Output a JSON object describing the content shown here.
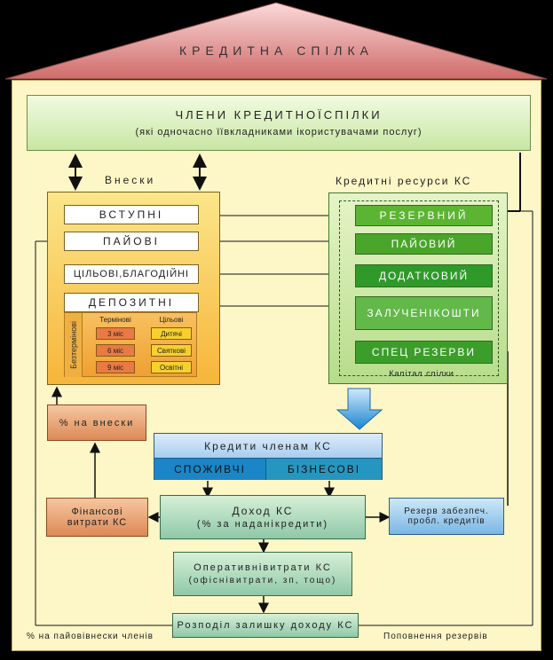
{
  "roof": {
    "title": "КРЕДИТНА СПІЛКА"
  },
  "members": {
    "title": "ЧЛЕНИ КРЕДИТНОЇСПІЛКИ",
    "subtitle": "(які одночасно їївкладниками ікористувачами послуг)"
  },
  "contributions": {
    "label": "Внески",
    "items": [
      "ВСТУПНІ",
      "ПАЙОВІ",
      "ЦІЛЬОВІ,БЛАГОДІЙНІ",
      "ДЕПОЗИТНІ"
    ],
    "indefinite": "Безтермінові",
    "term_header": "Терміновi",
    "term_items": [
      "3 міс",
      "6 міс",
      "9 міс"
    ],
    "target_header": "Цільові",
    "target_items": [
      "Дитячі",
      "Святкові",
      "Освітні"
    ]
  },
  "resources": {
    "label": "Кредитні ресурси КС",
    "items": [
      "РЕЗЕРВНИЙ",
      "ПАЙОВИЙ",
      "ДОДАТКОВИЙ",
      "ЗАЛУЧЕНІКОШТИ",
      "СПЕЦ РЕЗЕРВИ"
    ],
    "capital_label": "Капітал спілки"
  },
  "credits": {
    "title": "Кредити членам КС",
    "consumer": "СПОЖИВЧІ",
    "business": "БІЗНЕСОВІ"
  },
  "percent_contrib": "% на внески",
  "financial_costs": {
    "line1": "Фінансові",
    "line2": "витрати КС"
  },
  "income": {
    "line1": "Доход КС",
    "line2": "(% за наданікредити)"
  },
  "reserve_fund": {
    "line1": "Резерв забезпеч.",
    "line2": "пробл. кредитів"
  },
  "operating": {
    "line1": "Оперативнівитрати КС",
    "line2": "(офіснівитрати, зп, тощо)"
  },
  "distribution": "Розподіл залишку доходу КС",
  "bottom_left": "% на пайовівнески членів",
  "bottom_right": "Поповнення резервів",
  "colors": {
    "roof_light": "#f8c6c6",
    "roof_dark": "#d0706e",
    "house_bg": "#fdf6c6",
    "green_box": "#3a9e2c",
    "accent_blue": "#1a86d0"
  }
}
